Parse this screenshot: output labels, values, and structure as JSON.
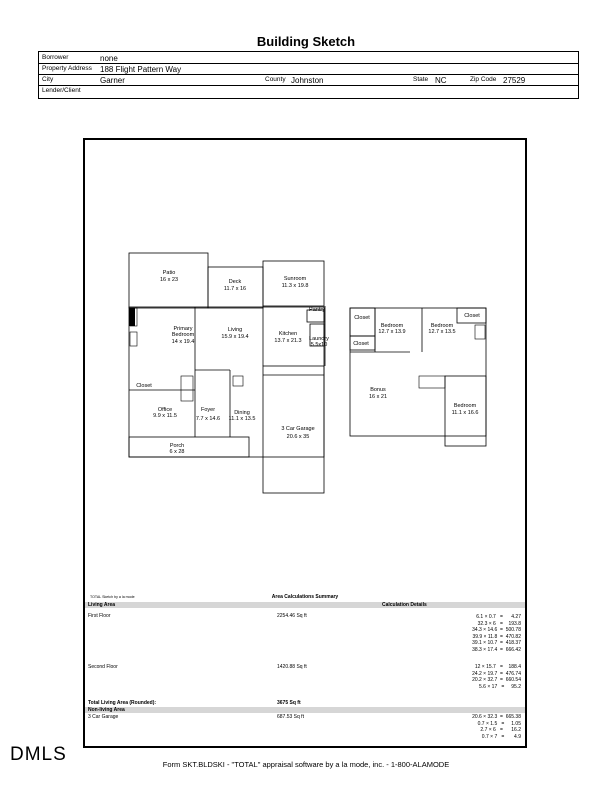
{
  "title": "Building Sketch",
  "header": {
    "borrower_label": "Borrower",
    "borrower": "none",
    "address_label": "Property Address",
    "address": "188 Flight Pattern Way",
    "city_label": "City",
    "city": "Garner",
    "county_label": "County",
    "county": "Johnston",
    "state_label": "State",
    "state": "NC",
    "zip_label": "Zip Code",
    "zip": "27529",
    "lender_label": "Lender/Client"
  },
  "rooms": {
    "patio": [
      "Patio",
      "16 x 23"
    ],
    "deck": [
      "Deck",
      "11.7 x 16"
    ],
    "sunroom": [
      "Sunroom",
      "11.3 x 19.8"
    ],
    "pantry": "Pantry",
    "primary": [
      "Primary",
      "Bedroom",
      "14 x 19.4"
    ],
    "living": [
      "Living",
      "15.9 x 19.4"
    ],
    "kitchen": [
      "Kitchen",
      "13.7 x 21.3"
    ],
    "laundry": [
      "Laundry",
      "5.5x10"
    ],
    "closet1": "Closet",
    "office": [
      "Office",
      "9.9 x 11.5"
    ],
    "foyer": [
      "Foyer",
      "7.7 x 14.6"
    ],
    "dining": [
      "Dining",
      "11.1 x 13.5"
    ],
    "garage": [
      "3 Car Garage",
      "20.6 x 35"
    ],
    "porch": [
      "Porch",
      "6 x 28"
    ],
    "closet2": "Closet",
    "bed2": [
      "Bedroom",
      "12.7 x 13.9"
    ],
    "bed3": [
      "Bedroom",
      "12.7 x 13.5"
    ],
    "closet3": "Closet",
    "closet4": "Closet",
    "bonus": [
      "Bonus",
      "16 x 21"
    ],
    "bed4": [
      "Bedroom",
      "11.1 x 16.6"
    ]
  },
  "sketch_credit": "TOTAL Sketch by a la mode",
  "summary": {
    "title": "Area Calculations Summary",
    "living_area": "Living Area",
    "calc_details": "Calculation Details",
    "first_floor": "First Floor",
    "first_floor_area": "2254.46 Sq ft",
    "first_floor_calcs": "6.1 × 0.7   =      4.27\n32.3 × 6   =    193.8\n34.3 × 14.6  =  500.78\n39.9 × 11.8  =  470.82\n39.1 × 10.7  =  418.37\n38.3 × 17.4  =  666.42",
    "second_floor": "Second Floor",
    "second_floor_area": "1420.88 Sq ft",
    "second_floor_calcs": "12 × 15.7   =    188.4\n24.2 × 19.7  =  476.74\n20.2 × 32.7  =  660.54\n5.6 × 17   =     95.2",
    "total_label": "Total Living Area (Rounded):",
    "total_value": "3675 Sq ft",
    "non_living": "Non-living Area",
    "garage": "3 Car Garage",
    "garage_area": "687.53 Sq ft",
    "garage_calcs": "20.6 × 32.3  =  665.38\n0.7 × 1.5   =     1.05\n2.7 × 6   =      16.2\n0.7 × 7   =       4.9"
  },
  "footer": "Form SKT.BLDSKI - \"TOTAL\" appraisal software by a la mode, inc. - 1-800-ALAMODE",
  "watermark": "DMLS"
}
